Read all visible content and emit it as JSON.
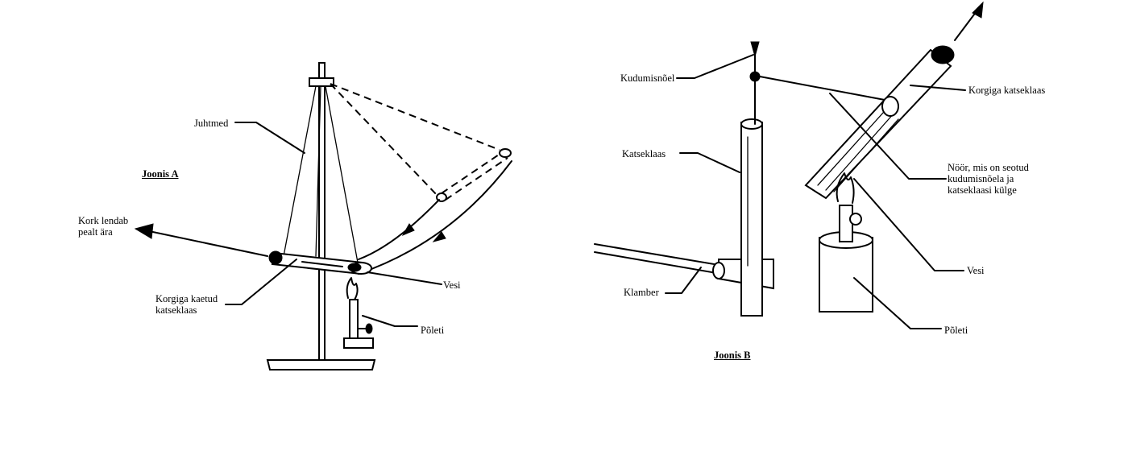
{
  "figure_a": {
    "title": "Joonis A",
    "labels": {
      "wires": "Juhtmed",
      "cork_flies": "Kork lendab\npealt ära",
      "corked_tube": "Korgiga kaetud\nkatseklaas",
      "water": "Vesi",
      "burner": "Põleti"
    }
  },
  "figure_b": {
    "title": "Joonis B",
    "labels": {
      "needle": "Kudumisnõel",
      "tube": "Katseklaas",
      "clamp": "Klamber",
      "corked_tube": "Korgiga katseklaas",
      "string": "Nöör, mis on seotud\nkudumisnõela ja\nkatseklaasi külge",
      "water": "Vesi",
      "burner": "Põleti"
    }
  }
}
